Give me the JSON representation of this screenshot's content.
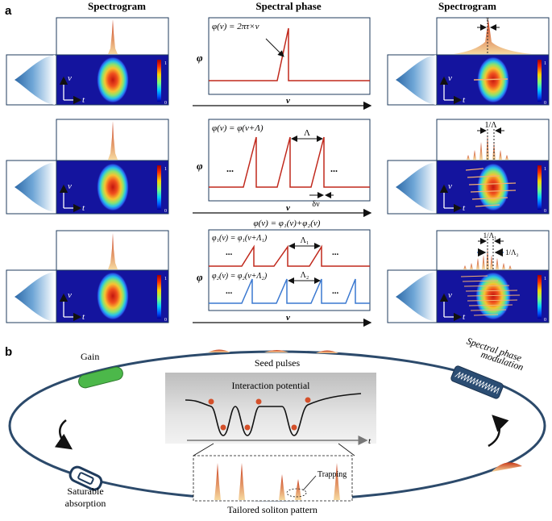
{
  "panel_a": {
    "label": "a",
    "col_left_title": "Spectrogram",
    "col_mid_title": "Spectral phase",
    "col_right_title": "Spectrogram",
    "axis_v": "v",
    "axis_t": "t",
    "colorbar_max": "1",
    "colorbar_min": "0",
    "phi_axis": "φ",
    "nu_axis": "ν",
    "dots": "...",
    "row1": {
      "eq": "φ(ν) = 2πτ×ν",
      "tau": "τ"
    },
    "row2": {
      "eq": "φ(ν) = φ(ν+Λ)",
      "lambda": "Λ",
      "dv": "δν",
      "inv": "1/Λ"
    },
    "row3": {
      "eq_total": "φ(ν) = φ₁(ν)+φ₂(ν)",
      "eq1": "φ₁(ν) = φ₁(ν+Λ₁)",
      "eq2": "φ₂(ν) = φ₂(ν+Λ₂)",
      "lambda1": "Λ₁",
      "lambda2": "Λ₂",
      "inv1": "1/Λ₁",
      "inv2": "1/Λ₂"
    }
  },
  "panel_b": {
    "label": "b",
    "seed_pulses": "Seed pulses",
    "gain": "Gain",
    "spectral_phase_modulation_line1": "Spectral phase",
    "spectral_phase_modulation_line2": "modulation",
    "interaction_potential": "Interaction potential",
    "time_axis": "t",
    "saturable_line1": "Saturable",
    "saturable_line2": "absorption",
    "trapping": "Trapping",
    "tailored": "Tailored soliton pattern"
  },
  "colors": {
    "frame": "#1f3b5c",
    "ring": "#2c4a6b",
    "phase_red": "#c0281c",
    "phase_blue": "#3a78d0",
    "gain_green": "#4cb84a",
    "spectrogram_bg": "#14149e",
    "potential_bg": "#d9d9d9"
  }
}
